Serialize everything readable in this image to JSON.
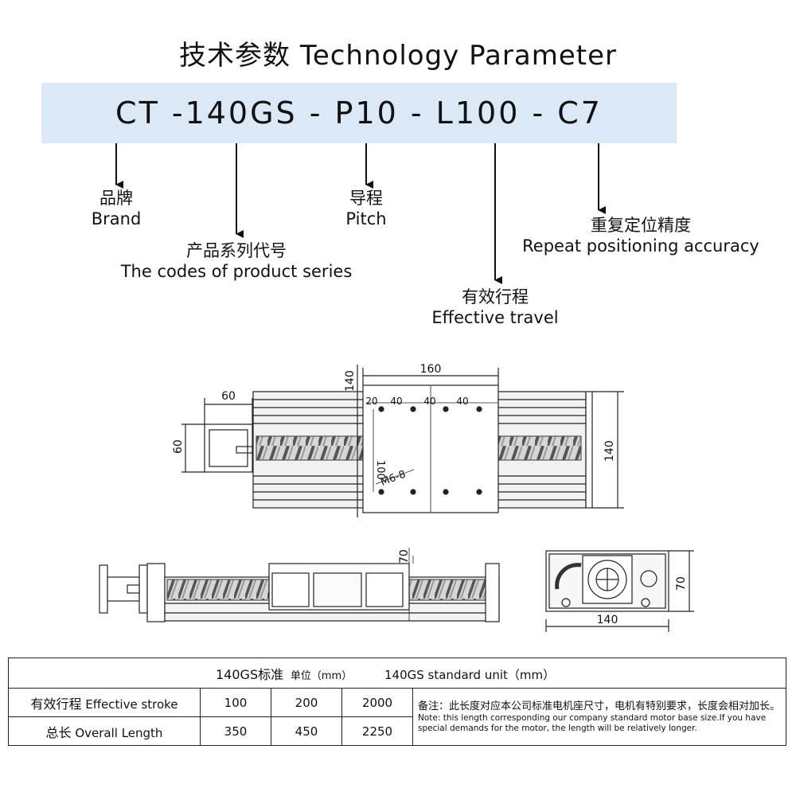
{
  "title": "技术参数 Technology Parameter",
  "code": "CT -140GS - P10 - L100 - C7",
  "labels": {
    "brand_cn": "品牌",
    "brand_en": "Brand",
    "series_cn": "产品系列代号",
    "series_en": "The codes of product series",
    "pitch_cn": "导程",
    "pitch_en": "Pitch",
    "travel_cn": "有效行程",
    "travel_en": "Effective travel",
    "accuracy_cn": "重复定位精度",
    "accuracy_en": "Repeat positioning accuracy"
  },
  "dimensions": {
    "top_carriage_height": "140",
    "carriage_width": "160",
    "motor_offset": "60",
    "motor_height": "60",
    "hole_spacing_a": "20",
    "hole_spacing_b": "40",
    "hole_spacing_c": "40",
    "hole_spacing_d": "40",
    "hole_vertical": "100",
    "thread": "M6-8",
    "body_height": "140",
    "side_height": "70",
    "end_height": "70",
    "end_width": "140"
  },
  "table": {
    "header_cn": "140GS标准",
    "header_unit": "单位（mm）",
    "header_en": "140GS standard unit（mm）",
    "row1_label_cn": "有效行程",
    "row1_label_en": "Effective stroke",
    "row1_values": [
      "100",
      "200",
      "2000"
    ],
    "row2_label_cn": "总长",
    "row2_label_en": "Overall Length",
    "row2_values": [
      "350",
      "450",
      "2250"
    ],
    "note_cn": "备注：此长度对应本公司标准电机座尺寸，电机有特别要求，长度会相对加长。",
    "note_en": "Note: this length corresponding our company standard motor base size.If you have special demands for the motor, the length will be relatively longer."
  }
}
